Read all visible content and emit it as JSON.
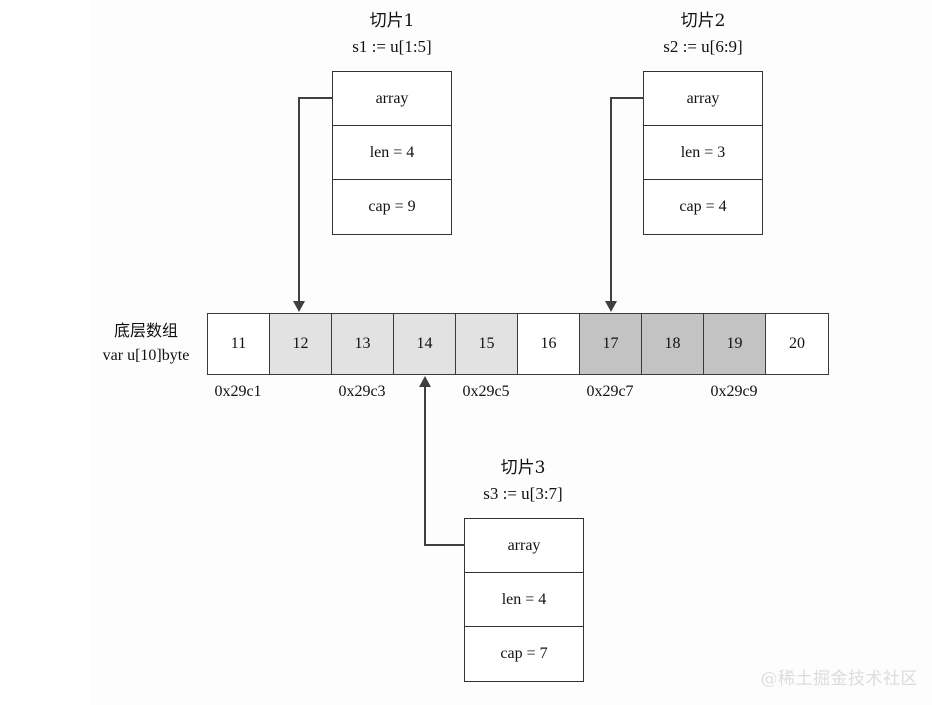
{
  "diagram": {
    "title_hidden": "Go slice sharing one backing array",
    "watermark": "@稀土掘金技术社区"
  },
  "backing_array": {
    "label_line1": "底层数组",
    "label_line2": "var u[10]byte",
    "cells": [
      {
        "value": "11",
        "shade": "plain"
      },
      {
        "value": "12",
        "shade": "light"
      },
      {
        "value": "13",
        "shade": "light"
      },
      {
        "value": "14",
        "shade": "light"
      },
      {
        "value": "15",
        "shade": "light"
      },
      {
        "value": "16",
        "shade": "plain"
      },
      {
        "value": "17",
        "shade": "dark"
      },
      {
        "value": "18",
        "shade": "dark"
      },
      {
        "value": "19",
        "shade": "dark"
      },
      {
        "value": "20",
        "shade": "plain"
      }
    ],
    "addresses": [
      "0x29c1",
      "0x29c3",
      "0x29c5",
      "0x29c7",
      "0x29c9"
    ],
    "colors": {
      "plain": "#ffffff",
      "light": "#e2e2e2",
      "dark": "#c3c3c3",
      "border": "#3a3a3a"
    }
  },
  "slices": [
    {
      "title": "切片1",
      "decl": "s1 := u[1:5]",
      "array_label": "array",
      "len_label": "len = 4",
      "cap_label": "cap = 9"
    },
    {
      "title": "切片2",
      "decl": "s2 := u[6:9]",
      "array_label": "array",
      "len_label": "len = 3",
      "cap_label": "cap = 4"
    },
    {
      "title": "切片3",
      "decl": "s3 := u[3:7]",
      "array_label": "array",
      "len_label": "len = 4",
      "cap_label": "cap = 7"
    }
  ]
}
